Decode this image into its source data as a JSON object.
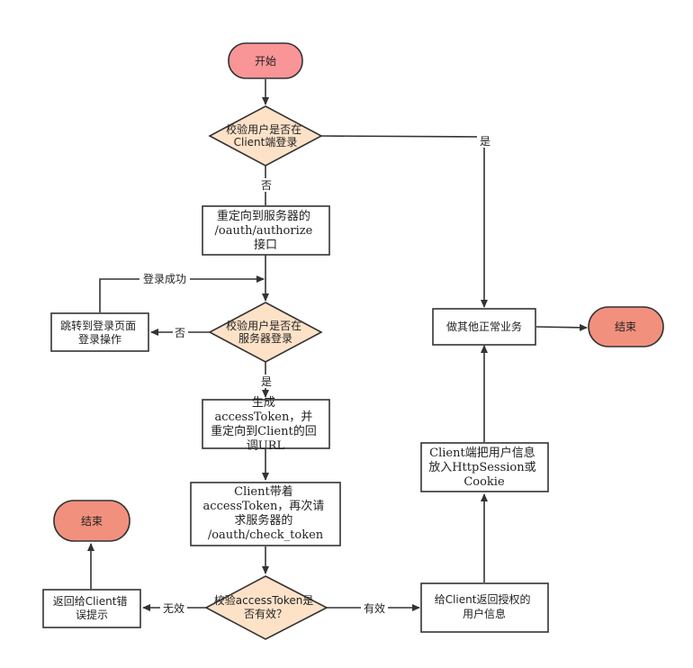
{
  "colors": {
    "terminal_start": "#f99597",
    "terminal_end": "#f2907e",
    "decision": "#fde2c8",
    "process": "#ffffff",
    "stroke": "#333333"
  },
  "nodes": {
    "start": "开始",
    "check_client": [
      "校验用户是否在",
      "Client端登录"
    ],
    "redirect_authorize": [
      "重定向到服务器的",
      "/oauth/authorize",
      "接口"
    ],
    "check_server": [
      "校验用户是否在",
      "服务器登录"
    ],
    "jump_login": [
      "跳转到登录页面",
      "登录操作"
    ],
    "gen_token": [
      "生成",
      "accessToken，并",
      "重定向到Client的回",
      "调URL"
    ],
    "client_request": [
      "Client带着",
      "accessToken，再次请",
      "求服务器的",
      "/oauth/check_token"
    ],
    "check_token": [
      "校验accessToken是",
      "否有效？"
    ],
    "return_error": [
      "返回给Client错",
      "误提示"
    ],
    "end_left": "结束",
    "return_user": [
      "给Client返回授权的",
      "用户信息"
    ],
    "save_session": [
      "Client端把用户信息",
      "放入HttpSession或",
      "Cookie"
    ],
    "do_business": "做其他正常业务",
    "end_right": "结束"
  },
  "edges": {
    "yes": "是",
    "no": "否",
    "login_success": "登录成功",
    "valid": "有效",
    "invalid": "无效"
  }
}
